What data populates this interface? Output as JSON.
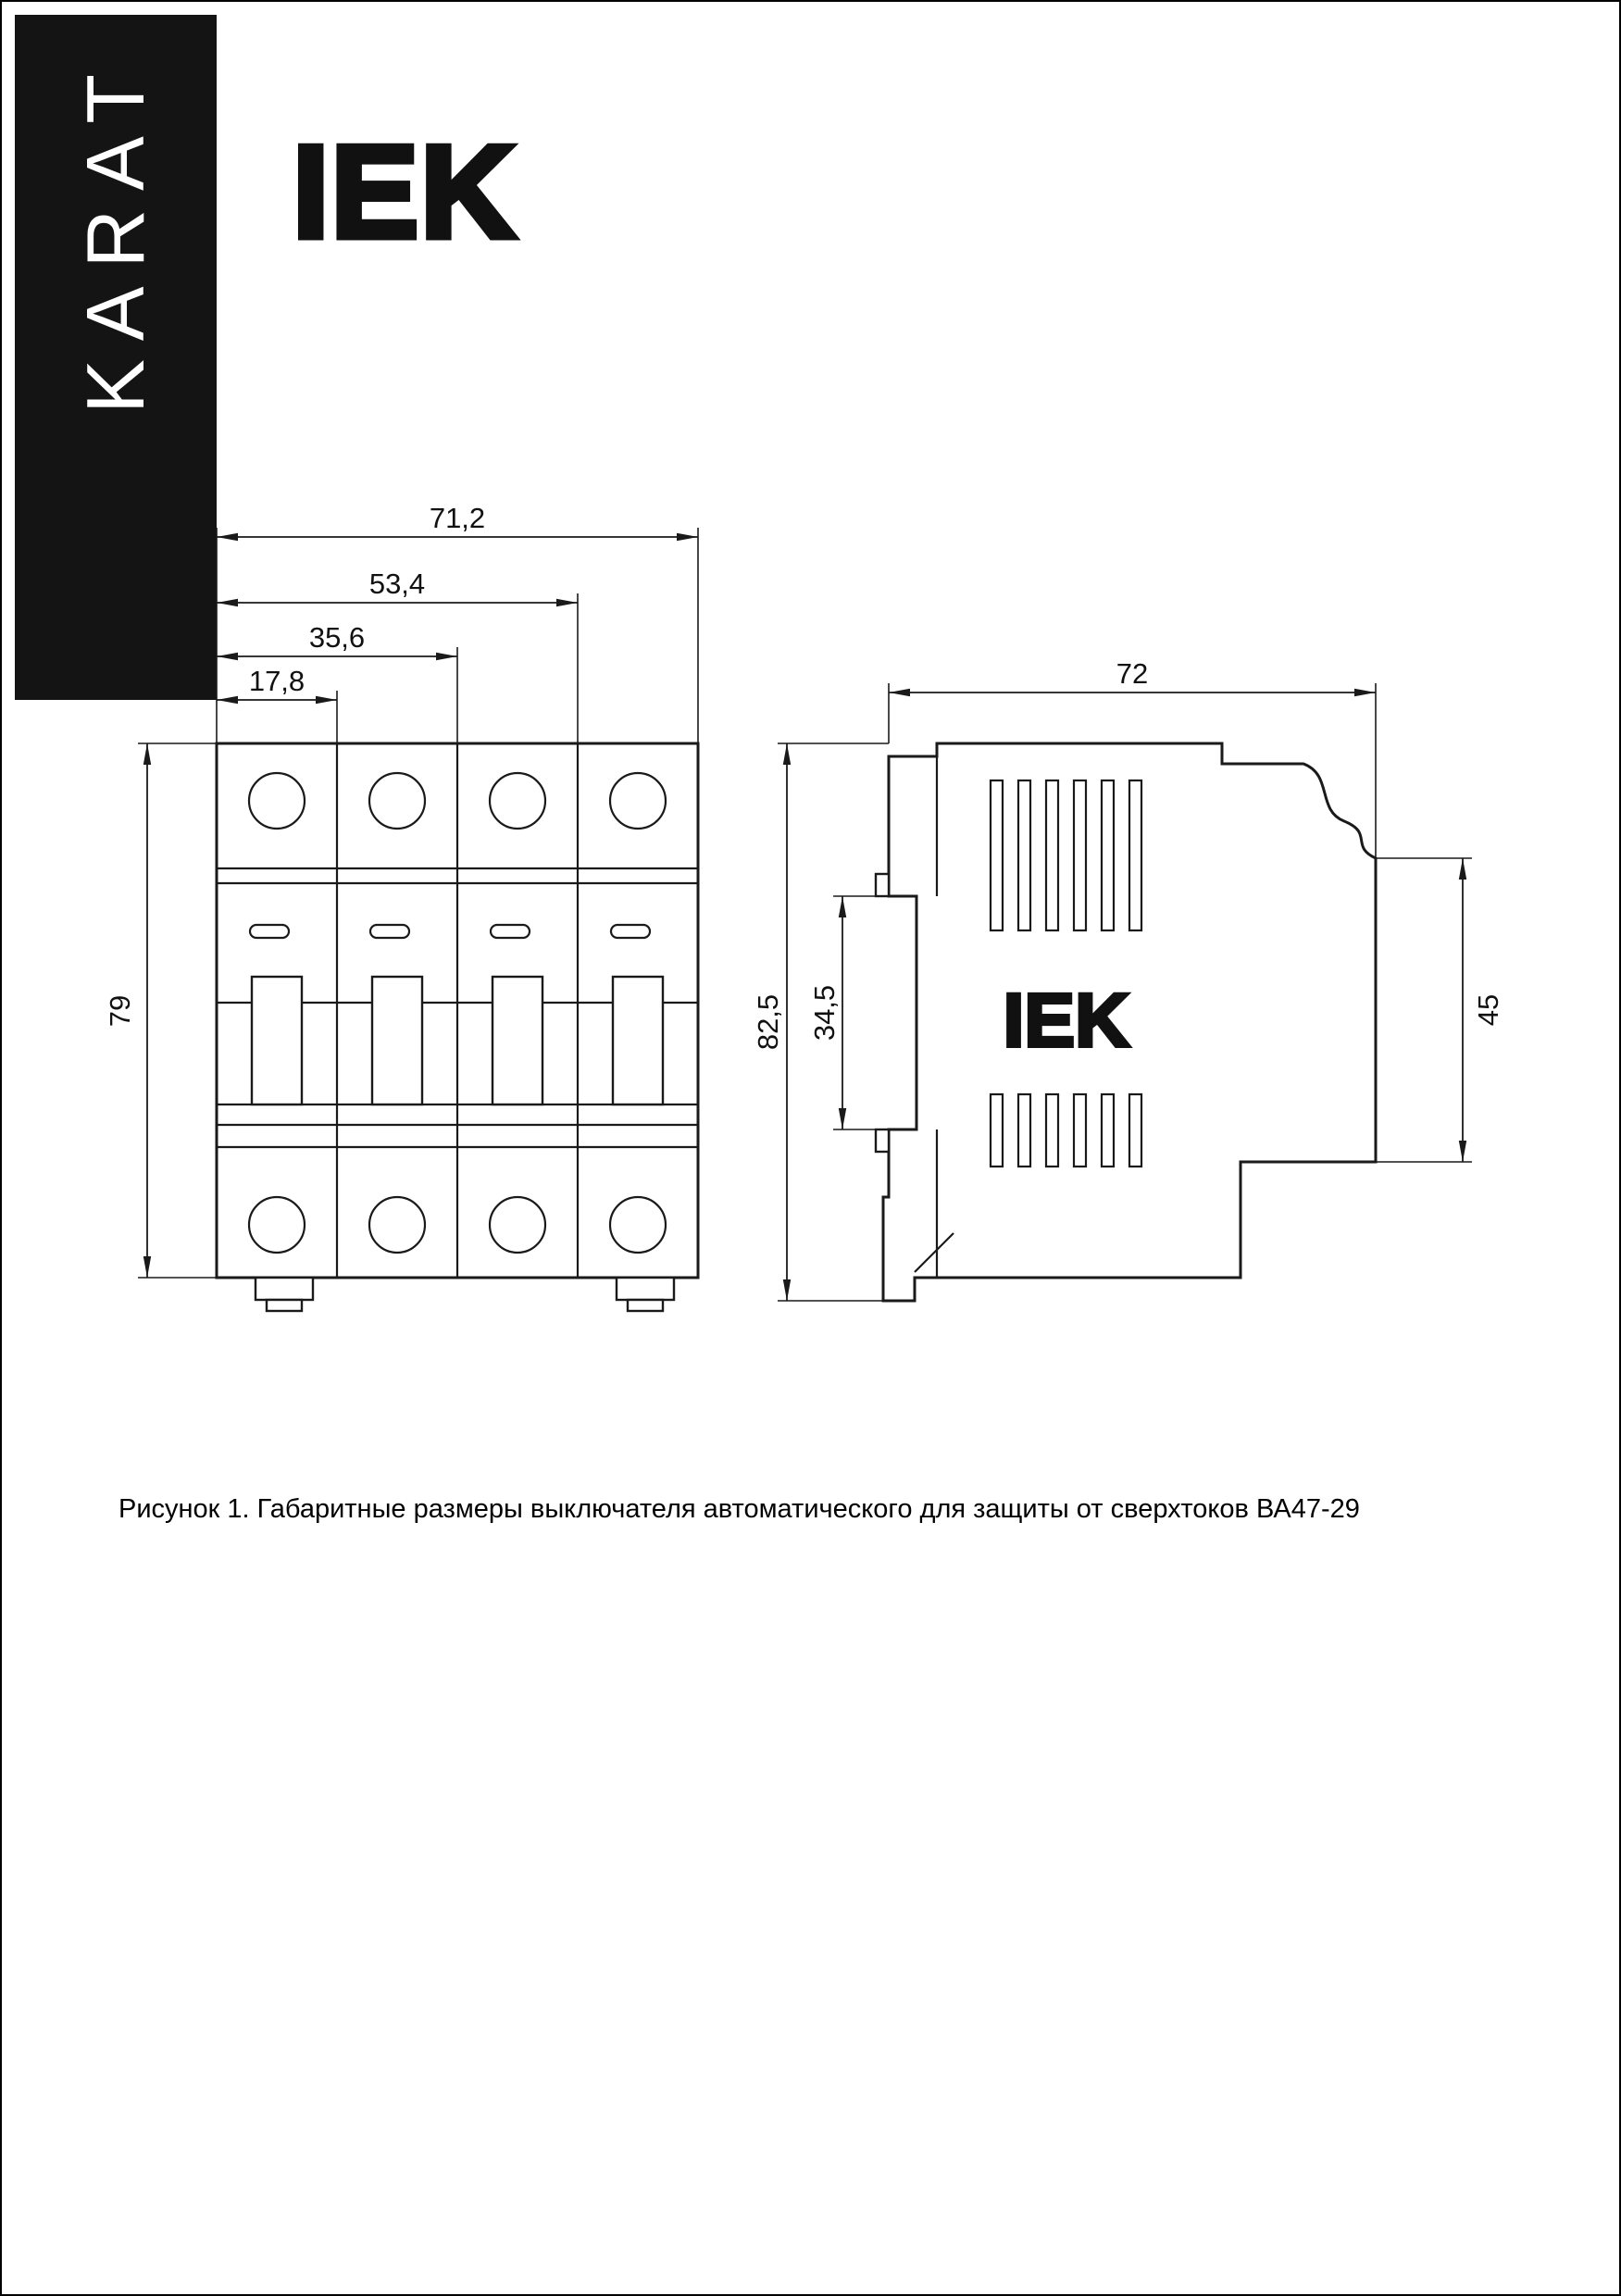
{
  "banner": {
    "text": "KARAT"
  },
  "logo": {
    "text": "IEK"
  },
  "dims": {
    "front": {
      "total": "71,2",
      "w3": "53,4",
      "w2": "35,6",
      "w1": "17,8",
      "height": "79"
    },
    "side": {
      "depth": "72",
      "height": "82,5",
      "din": "34,5",
      "face": "45",
      "emboss": "IEK"
    }
  },
  "caption": {
    "text": "Рисунок 1. Габаритные размеры выключателя автоматического для защиты от сверхтоков ВА47-29"
  }
}
